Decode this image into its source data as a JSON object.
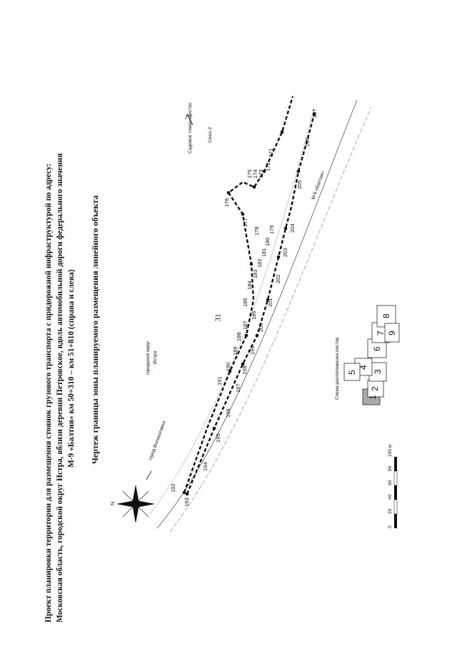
{
  "page_number": "31",
  "title_lines": [
    "Проект планировки территории для размещения стоянок грузового транспорта с придорожной инфраструктурой по адресу:",
    "Московская область, городской округ Истра, вблизи деревни Петровское, вдоль автомобильной дороги федерального значения",
    "М-9 «Балтия» км 50+310 – км 51+810 (справа и слева)"
  ],
  "drawing_title": "Чертеж границы зоны планируемого размещения линейного объекта",
  "map_labels": {
    "district": [
      "городской округ",
      "Истра"
    ],
    "to_city": "город Волоколамск",
    "highway": "М-9 «Балтия»",
    "snt": "Садовое товарищество",
    "snt_name": "Союз-2",
    "north": "N"
  },
  "point_labels": [
    "171",
    "172",
    "173",
    "174",
    "175",
    "176",
    "177",
    "178",
    "179",
    "180",
    "181",
    "182",
    "183",
    "184",
    "185",
    "186",
    "187",
    "188",
    "189",
    "190",
    "191",
    "192",
    "193",
    "194",
    "195",
    "196",
    "197",
    "198",
    "199",
    "200",
    "201",
    "202",
    "203",
    "204",
    "205",
    "206",
    "207"
  ],
  "scale_bar": {
    "ticks": [
      "0",
      "20",
      "40",
      "60",
      "80",
      "100 м"
    ]
  },
  "sheet_layout": {
    "title": "Схема расположения листов",
    "sheets": [
      "1",
      "2",
      "3",
      "4",
      "5",
      "6",
      "7",
      "8",
      "9"
    ],
    "current_sheet": "1"
  }
}
